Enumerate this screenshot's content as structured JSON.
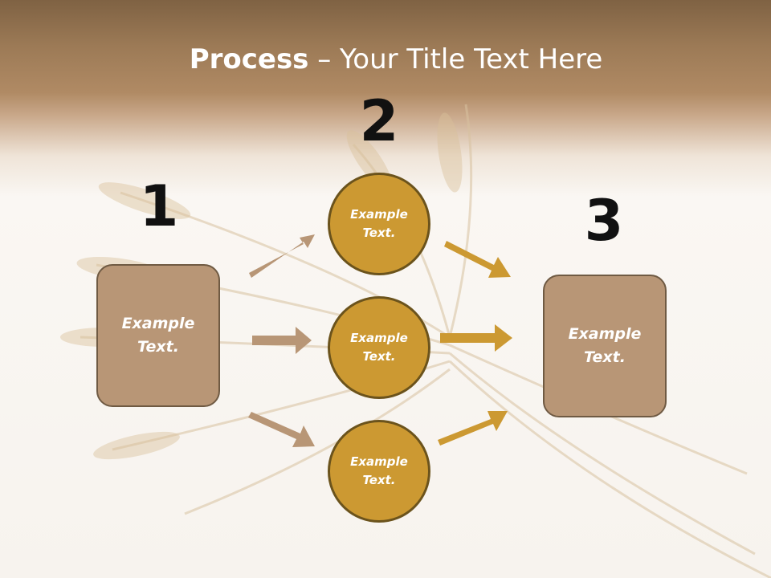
{
  "title": {
    "bold": "Process",
    "rest": " – Your Title Text Here"
  },
  "steps": {
    "one": "1",
    "two": "2",
    "three": "3"
  },
  "left_box": {
    "text": "Example Text."
  },
  "right_box": {
    "text": "Example Text."
  },
  "circles": [
    {
      "text": "Example Text."
    },
    {
      "text": "Example Text."
    },
    {
      "text": "Example Text."
    }
  ],
  "colors": {
    "left_arrows": "#b89676",
    "right_arrows": "#cc9932",
    "circle_fill": "#cc9932",
    "box_fill": "#b89676"
  }
}
